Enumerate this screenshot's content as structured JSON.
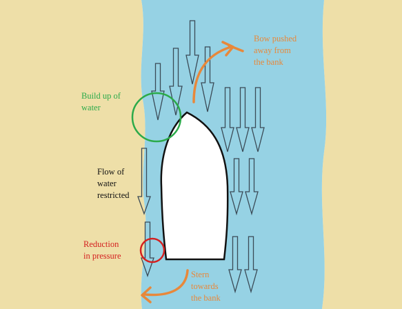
{
  "colors": {
    "bank": "#EEDFA8",
    "water": "#96D2E4",
    "arrow_outline": "#3A4A56",
    "orange": "#E8883A",
    "green": "#2BAA4A",
    "red": "#D42020",
    "black": "#111111",
    "boat_fill": "#FFFFFF"
  },
  "labels": {
    "bow": [
      "Bow pushed",
      "away from",
      "the bank"
    ],
    "buildup": [
      "Build up of",
      "water"
    ],
    "flow": [
      "Flow of",
      "water",
      "restricted"
    ],
    "reduction": [
      "Reduction",
      "in pressure"
    ],
    "stern": [
      "Stern",
      "towards",
      "the bank"
    ]
  },
  "icons": {
    "boat": "boat-hull-icon",
    "current_arrow": "down-arrow-icon",
    "bow_motion": "curved-arrow-icon",
    "buildup_marker": "circle-icon",
    "pressure_marker": "circle-icon"
  }
}
